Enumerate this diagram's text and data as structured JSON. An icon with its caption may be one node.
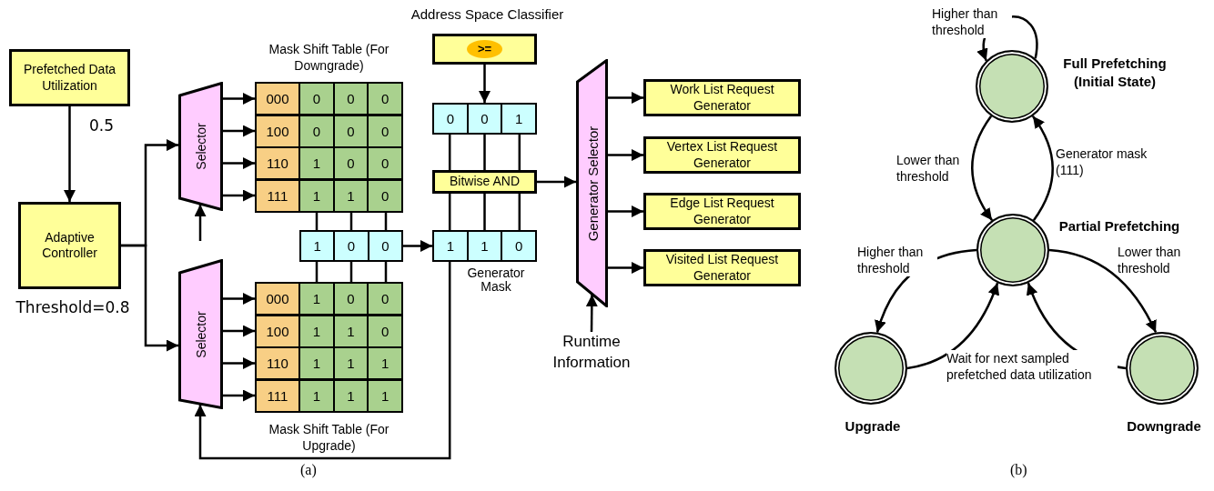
{
  "diagram": {
    "nodes": [
      {
        "text": [
          "Prefetched Data Utilization"
        ]
      },
      {
        "text": [
          "Adaptive Controller"
        ],
        "beside": [
          "Threshold=0.8"
        ]
      },
      {
        "text": [
          "Selector"
        ]
      },
      {
        "text": [
          "Selector"
        ]
      },
      {
        "text": [
          "Mask Shift Table (For Downgrade)"
        ]
      },
      {
        "text": [
          "000",
          "0",
          "0",
          "0"
        ],
        "in": 4
      },
      {
        "text": [
          "100",
          "0",
          "0",
          "0"
        ],
        "in": 4
      },
      {
        "text": [
          "110",
          "1",
          "0",
          "0"
        ],
        "in": 4
      },
      {
        "text": [
          "111",
          "1",
          "1",
          "0"
        ],
        "in": 4
      },
      {
        "text": [
          "Mask Shift Table (For Upgrade)"
        ]
      },
      {
        "text": [
          "000",
          "1",
          "0",
          "0"
        ],
        "in": 9
      },
      {
        "text": [
          "100",
          "1",
          "1",
          "0"
        ],
        "in": 9
      },
      {
        "text": [
          "110",
          "1",
          "1",
          "1"
        ],
        "in": 9
      },
      {
        "text": [
          "111",
          "1",
          "1",
          "1"
        ],
        "in": 9
      },
      {
        "text": [
          "1",
          "0",
          "0"
        ]
      },
      {
        "text": [
          "Address Space Classifier",
          ">="
        ]
      },
      {
        "text": [
          "0",
          "0",
          "1"
        ]
      },
      {
        "text": [
          "Bitwise AND"
        ]
      },
      {
        "text": [
          "1",
          "1",
          "0"
        ],
        "beside": [
          "Generator Mask"
        ]
      },
      {
        "text": [
          "Generator Selector"
        ]
      },
      {
        "text": [
          "Work List Request Generator"
        ]
      },
      {
        "text": [
          "Vertex List Request Generator"
        ]
      },
      {
        "text": [
          "Edge List Request Generator"
        ]
      },
      {
        "text": [
          "Visited List Request Generator"
        ]
      },
      {
        "text": [
          "Runtime Information"
        ]
      },
      {
        "text": [
          "Full Prefetching (Initial State)"
        ]
      },
      {
        "text": [
          "Partial Prefetching"
        ]
      },
      {
        "text": [
          "Upgrade"
        ]
      },
      {
        "text": [
          "Downgrade"
        ]
      }
    ],
    "edges": [
      {
        "from": 0,
        "to": 1,
        "arrow": "to",
        "label": "0.5"
      },
      {
        "from": 1,
        "to": 2,
        "arrow": "to"
      },
      {
        "from": 1,
        "to": 3,
        "arrow": "to"
      },
      {
        "from": null,
        "to": 2,
        "arrow": "to"
      },
      {
        "from": 2,
        "to": 5,
        "arrow": "to"
      },
      {
        "from": 2,
        "to": 6,
        "arrow": "to"
      },
      {
        "from": 2,
        "to": 7,
        "arrow": "to"
      },
      {
        "from": 2,
        "to": 8,
        "arrow": "to"
      },
      {
        "from": 3,
        "to": 10,
        "arrow": "to"
      },
      {
        "from": 3,
        "to": 11,
        "arrow": "to"
      },
      {
        "from": 3,
        "to": 12,
        "arrow": "to"
      },
      {
        "from": 3,
        "to": 13,
        "arrow": "to"
      },
      {
        "from": 4,
        "to": 14,
        "arrow": "none"
      },
      {
        "from": 4,
        "to": 14,
        "arrow": "none"
      },
      {
        "from": 4,
        "to": 14,
        "arrow": "none"
      },
      {
        "from": 14,
        "to": 9,
        "arrow": "none"
      },
      {
        "from": 14,
        "to": 9,
        "arrow": "none"
      },
      {
        "from": 14,
        "to": 9,
        "arrow": "none"
      },
      {
        "from": 14,
        "to": 18,
        "arrow": "to"
      },
      {
        "from": 15,
        "to": 16,
        "arrow": "to"
      },
      {
        "from": 16,
        "to": 17,
        "arrow": "none"
      },
      {
        "from": 16,
        "to": 17,
        "arrow": "none"
      },
      {
        "from": 16,
        "to": 17,
        "arrow": "none"
      },
      {
        "from": 17,
        "to": 18,
        "arrow": "none"
      },
      {
        "from": 17,
        "to": 18,
        "arrow": "none"
      },
      {
        "from": 17,
        "to": 18,
        "arrow": "none"
      },
      {
        "from": 17,
        "to": 19,
        "arrow": "to"
      },
      {
        "from": 18,
        "to": 3,
        "arrow": "to"
      },
      {
        "from": 19,
        "to": 20,
        "arrow": "to"
      },
      {
        "from": 19,
        "to": 21,
        "arrow": "to"
      },
      {
        "from": 19,
        "to": 22,
        "arrow": "to"
      },
      {
        "from": 19,
        "to": 23,
        "arrow": "to"
      },
      {
        "from": 24,
        "to": 19,
        "arrow": "to"
      },
      {
        "from": 25,
        "to": 25,
        "arrow": "to",
        "label": "Higher than threshold"
      },
      {
        "from": 25,
        "to": 26,
        "arrow": "to",
        "label": "Lower than threshold"
      },
      {
        "from": 26,
        "to": 25,
        "arrow": "to",
        "label": "Generator mask (111)"
      },
      {
        "from": 26,
        "to": 27,
        "arrow": "to",
        "label": "Higher than threshold"
      },
      {
        "from": 26,
        "to": 28,
        "arrow": "to",
        "label": "Lower than threshold"
      },
      {
        "from": 27,
        "to": 26,
        "arrow": "to",
        "label": "Wait for next sampled prefetched data utilization"
      },
      {
        "from": 28,
        "to": 26,
        "arrow": "to"
      }
    ],
    "labels": [
      "(a)",
      "(b)"
    ]
  }
}
